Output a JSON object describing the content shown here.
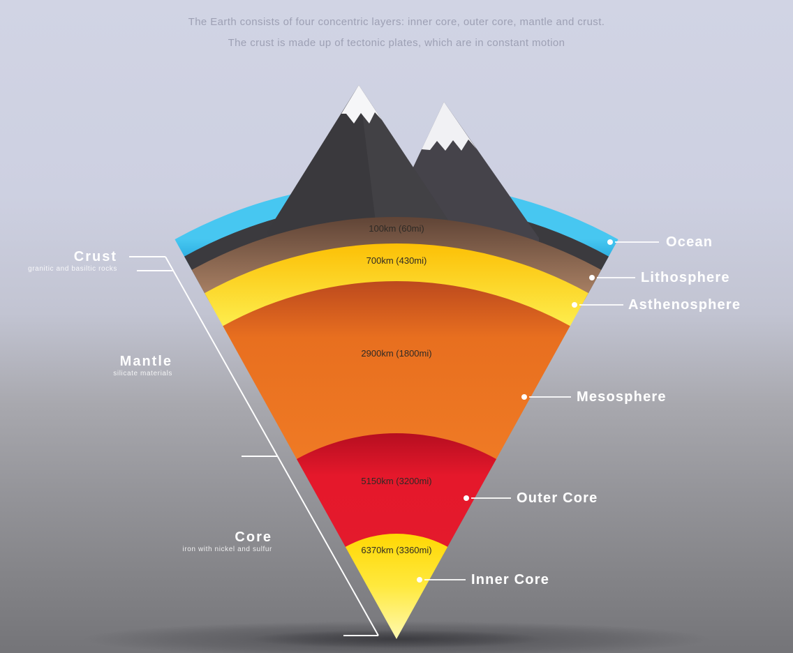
{
  "header": {
    "line1": "The Earth consists of four concentric layers: inner core, outer core, mantle and crust.",
    "line2": "The crust is made up of tectonic plates, which are in constant motion"
  },
  "diagram": {
    "left_labels": [
      {
        "title": "Crust",
        "subtitle": "granitic and basiltic rocks"
      },
      {
        "title": "Mantle",
        "subtitle": "silicate materials"
      },
      {
        "title": "Core",
        "subtitle": "iron with nickel and sulfur"
      }
    ],
    "right_labels": [
      {
        "label": "Ocean"
      },
      {
        "label": "Lithosphere"
      },
      {
        "label": "Asthenosphere"
      },
      {
        "label": "Mesosphere"
      },
      {
        "label": "Outer Core"
      },
      {
        "label": "Inner Core"
      }
    ],
    "depth_markers": [
      {
        "label": "100km (60mi)"
      },
      {
        "label": "700km (430mi)"
      },
      {
        "label": "2900km (1800mi)"
      },
      {
        "label": "5150km (3200mi)"
      },
      {
        "label": "6370km (3360mi)"
      }
    ],
    "colors": {
      "background_top": "#d1d4e4",
      "background_bottom": "#747478",
      "ocean_blue": "#2bb6e9",
      "crust_dark": "#3b3a3e",
      "lithosphere_brown": "#9c7258",
      "asthenosphere_yellow": "#fdd211",
      "mantle_orange": "#ed7423",
      "outer_core_red": "#e41a2c",
      "inner_core_yellow": "#ffe23c",
      "snow_white": "#f5f5f7",
      "line_white": "#ffffff",
      "depth_text": "#2e2a25",
      "header_text": "#9da0b4"
    }
  }
}
